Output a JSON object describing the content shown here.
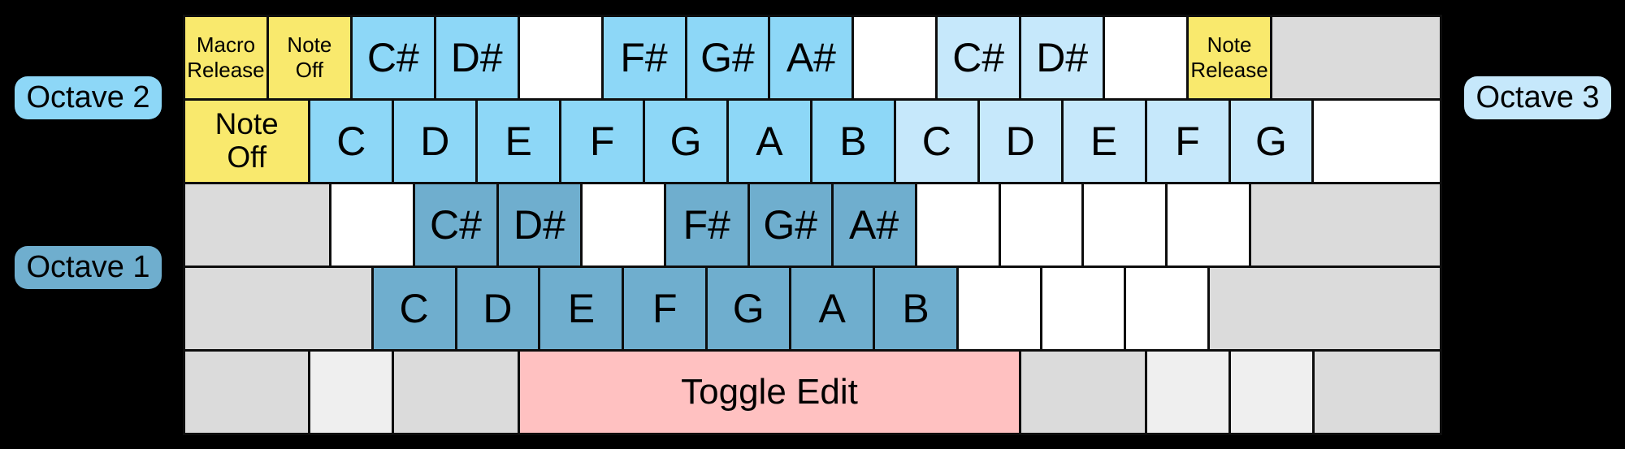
{
  "colors": {
    "background": "#000000",
    "border": "#0d0d0d",
    "text": "#000000",
    "octave1": "#6FAECE",
    "octave2": "#8DD7F7",
    "octave3": "#C6E8FB",
    "function": "#F9E96D",
    "toggle": "#FFC1C1",
    "inactive": "#DBDBDB",
    "inactive_light": "#EFEFEF",
    "unmapped": "#FFFFFF"
  },
  "octave_labels": {
    "octave1": "Octave 1",
    "octave2": "Octave 2",
    "octave3": "Octave 3"
  },
  "keyboard": {
    "rows": [
      {
        "keys": [
          {
            "id": "macro-release",
            "label": "Macro Release",
            "lines": [
              "Macro",
              "Release"
            ],
            "color": "function",
            "u": 1,
            "size": "sm"
          },
          {
            "id": "note-off-1",
            "label": "Note Off",
            "lines": [
              "Note",
              "Off"
            ],
            "color": "function",
            "u": 1,
            "size": "sm"
          },
          {
            "id": "c-sharp-oct2",
            "label": "C#",
            "color": "octave2",
            "u": 1,
            "size": "lg"
          },
          {
            "id": "d-sharp-oct2",
            "label": "D#",
            "color": "octave2",
            "u": 1,
            "size": "lg"
          },
          {
            "id": "unmapped",
            "label": "",
            "color": "unmapped",
            "u": 1
          },
          {
            "id": "f-sharp-oct2",
            "label": "F#",
            "color": "octave2",
            "u": 1,
            "size": "lg"
          },
          {
            "id": "g-sharp-oct2",
            "label": "G#",
            "color": "octave2",
            "u": 1,
            "size": "lg"
          },
          {
            "id": "a-sharp-oct2",
            "label": "A#",
            "color": "octave2",
            "u": 1,
            "size": "lg"
          },
          {
            "id": "unmapped",
            "label": "",
            "color": "unmapped",
            "u": 1
          },
          {
            "id": "c-sharp-oct3",
            "label": "C#",
            "color": "octave3",
            "u": 1,
            "size": "lg"
          },
          {
            "id": "d-sharp-oct3",
            "label": "D#",
            "color": "octave3",
            "u": 1,
            "size": "lg"
          },
          {
            "id": "unmapped",
            "label": "",
            "color": "unmapped",
            "u": 1
          },
          {
            "id": "note-release",
            "label": "Note Release",
            "lines": [
              "Note",
              "Release"
            ],
            "color": "function",
            "u": 1,
            "size": "sm"
          },
          {
            "id": "inactive",
            "label": "",
            "color": "inactive",
            "u": 2
          }
        ]
      },
      {
        "keys": [
          {
            "id": "note-off-2",
            "label": "Note Off",
            "lines": [
              "Note",
              "Off"
            ],
            "color": "function",
            "u": 1.5,
            "size": "md"
          },
          {
            "id": "c-oct2",
            "label": "C",
            "color": "octave2",
            "u": 1,
            "size": "lg"
          },
          {
            "id": "d-oct2",
            "label": "D",
            "color": "octave2",
            "u": 1,
            "size": "lg"
          },
          {
            "id": "e-oct2",
            "label": "E",
            "color": "octave2",
            "u": 1,
            "size": "lg"
          },
          {
            "id": "f-oct2",
            "label": "F",
            "color": "octave2",
            "u": 1,
            "size": "lg"
          },
          {
            "id": "g-oct2",
            "label": "G",
            "color": "octave2",
            "u": 1,
            "size": "lg"
          },
          {
            "id": "a-oct2",
            "label": "A",
            "color": "octave2",
            "u": 1,
            "size": "lg"
          },
          {
            "id": "b-oct2",
            "label": "B",
            "color": "octave2",
            "u": 1,
            "size": "lg"
          },
          {
            "id": "c-oct3",
            "label": "C",
            "color": "octave3",
            "u": 1,
            "size": "lg"
          },
          {
            "id": "d-oct3",
            "label": "D",
            "color": "octave3",
            "u": 1,
            "size": "lg"
          },
          {
            "id": "e-oct3",
            "label": "E",
            "color": "octave3",
            "u": 1,
            "size": "lg"
          },
          {
            "id": "f-oct3",
            "label": "F",
            "color": "octave3",
            "u": 1,
            "size": "lg"
          },
          {
            "id": "g-oct3",
            "label": "G",
            "color": "octave3",
            "u": 1,
            "size": "lg"
          },
          {
            "id": "unmapped",
            "label": "",
            "color": "unmapped",
            "u": 1.5
          }
        ]
      },
      {
        "keys": [
          {
            "id": "inactive",
            "label": "",
            "color": "inactive",
            "u": 1.75
          },
          {
            "id": "unmapped",
            "label": "",
            "color": "unmapped",
            "u": 1
          },
          {
            "id": "c-sharp-oct1",
            "label": "C#",
            "color": "octave1",
            "u": 1,
            "size": "lg"
          },
          {
            "id": "d-sharp-oct1",
            "label": "D#",
            "color": "octave1",
            "u": 1,
            "size": "lg"
          },
          {
            "id": "unmapped",
            "label": "",
            "color": "unmapped",
            "u": 1
          },
          {
            "id": "f-sharp-oct1",
            "label": "F#",
            "color": "octave1",
            "u": 1,
            "size": "lg"
          },
          {
            "id": "g-sharp-oct1",
            "label": "G#",
            "color": "octave1",
            "u": 1,
            "size": "lg"
          },
          {
            "id": "a-sharp-oct1",
            "label": "A#",
            "color": "octave1",
            "u": 1,
            "size": "lg"
          },
          {
            "id": "unmapped",
            "label": "",
            "color": "unmapped",
            "u": 1
          },
          {
            "id": "unmapped",
            "label": "",
            "color": "unmapped",
            "u": 1
          },
          {
            "id": "unmapped",
            "label": "",
            "color": "unmapped",
            "u": 1
          },
          {
            "id": "unmapped",
            "label": "",
            "color": "unmapped",
            "u": 1
          },
          {
            "id": "inactive",
            "label": "",
            "color": "inactive",
            "u": 2.25
          }
        ]
      },
      {
        "keys": [
          {
            "id": "inactive",
            "label": "",
            "color": "inactive",
            "u": 2.25
          },
          {
            "id": "c-oct1",
            "label": "C",
            "color": "octave1",
            "u": 1,
            "size": "lg"
          },
          {
            "id": "d-oct1",
            "label": "D",
            "color": "octave1",
            "u": 1,
            "size": "lg"
          },
          {
            "id": "e-oct1",
            "label": "E",
            "color": "octave1",
            "u": 1,
            "size": "lg"
          },
          {
            "id": "f-oct1",
            "label": "F",
            "color": "octave1",
            "u": 1,
            "size": "lg"
          },
          {
            "id": "g-oct1",
            "label": "G",
            "color": "octave1",
            "u": 1,
            "size": "lg"
          },
          {
            "id": "a-oct1",
            "label": "A",
            "color": "octave1",
            "u": 1,
            "size": "lg"
          },
          {
            "id": "b-oct1",
            "label": "B",
            "color": "octave1",
            "u": 1,
            "size": "lg"
          },
          {
            "id": "unmapped",
            "label": "",
            "color": "unmapped",
            "u": 1
          },
          {
            "id": "unmapped",
            "label": "",
            "color": "unmapped",
            "u": 1
          },
          {
            "id": "unmapped",
            "label": "",
            "color": "unmapped",
            "u": 1
          },
          {
            "id": "inactive",
            "label": "",
            "color": "inactive",
            "u": 2.75
          }
        ]
      },
      {
        "keys": [
          {
            "id": "inactive",
            "label": "",
            "color": "inactive",
            "u": 1.5
          },
          {
            "id": "inactive-light",
            "label": "",
            "color": "inactive_light",
            "u": 1
          },
          {
            "id": "inactive",
            "label": "",
            "color": "inactive",
            "u": 1.5
          },
          {
            "id": "toggle-edit",
            "label": "Toggle Edit",
            "color": "toggle",
            "u": 6,
            "size": "tg"
          },
          {
            "id": "inactive",
            "label": "",
            "color": "inactive",
            "u": 1.5
          },
          {
            "id": "inactive-light",
            "label": "",
            "color": "inactive_light",
            "u": 1
          },
          {
            "id": "inactive-light",
            "label": "",
            "color": "inactive_light",
            "u": 1
          },
          {
            "id": "inactive",
            "label": "",
            "color": "inactive",
            "u": 1.5
          }
        ]
      }
    ]
  }
}
